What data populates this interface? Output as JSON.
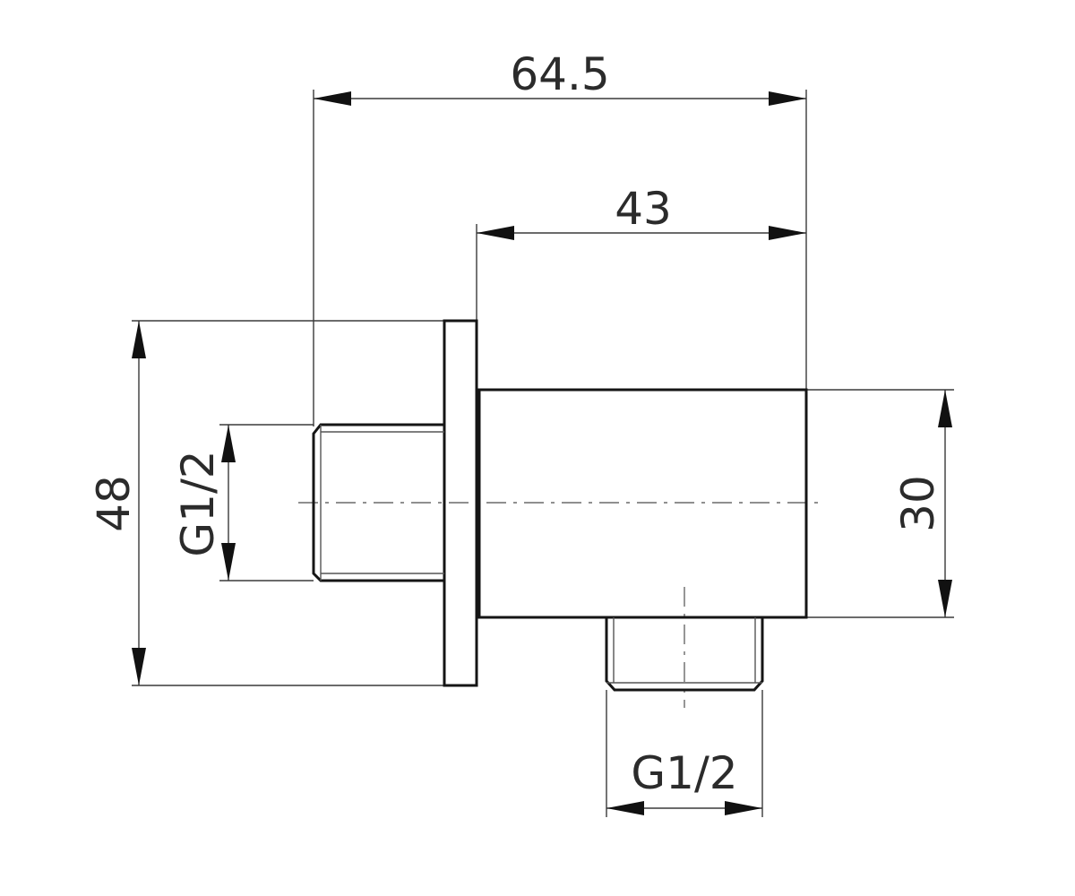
{
  "drawing": {
    "dimensions": {
      "overall_length": "64.5",
      "body_length": "43",
      "flange_height": "48",
      "body_height": "30",
      "inlet_thread": "G1/2",
      "outlet_thread": "G1/2"
    }
  }
}
